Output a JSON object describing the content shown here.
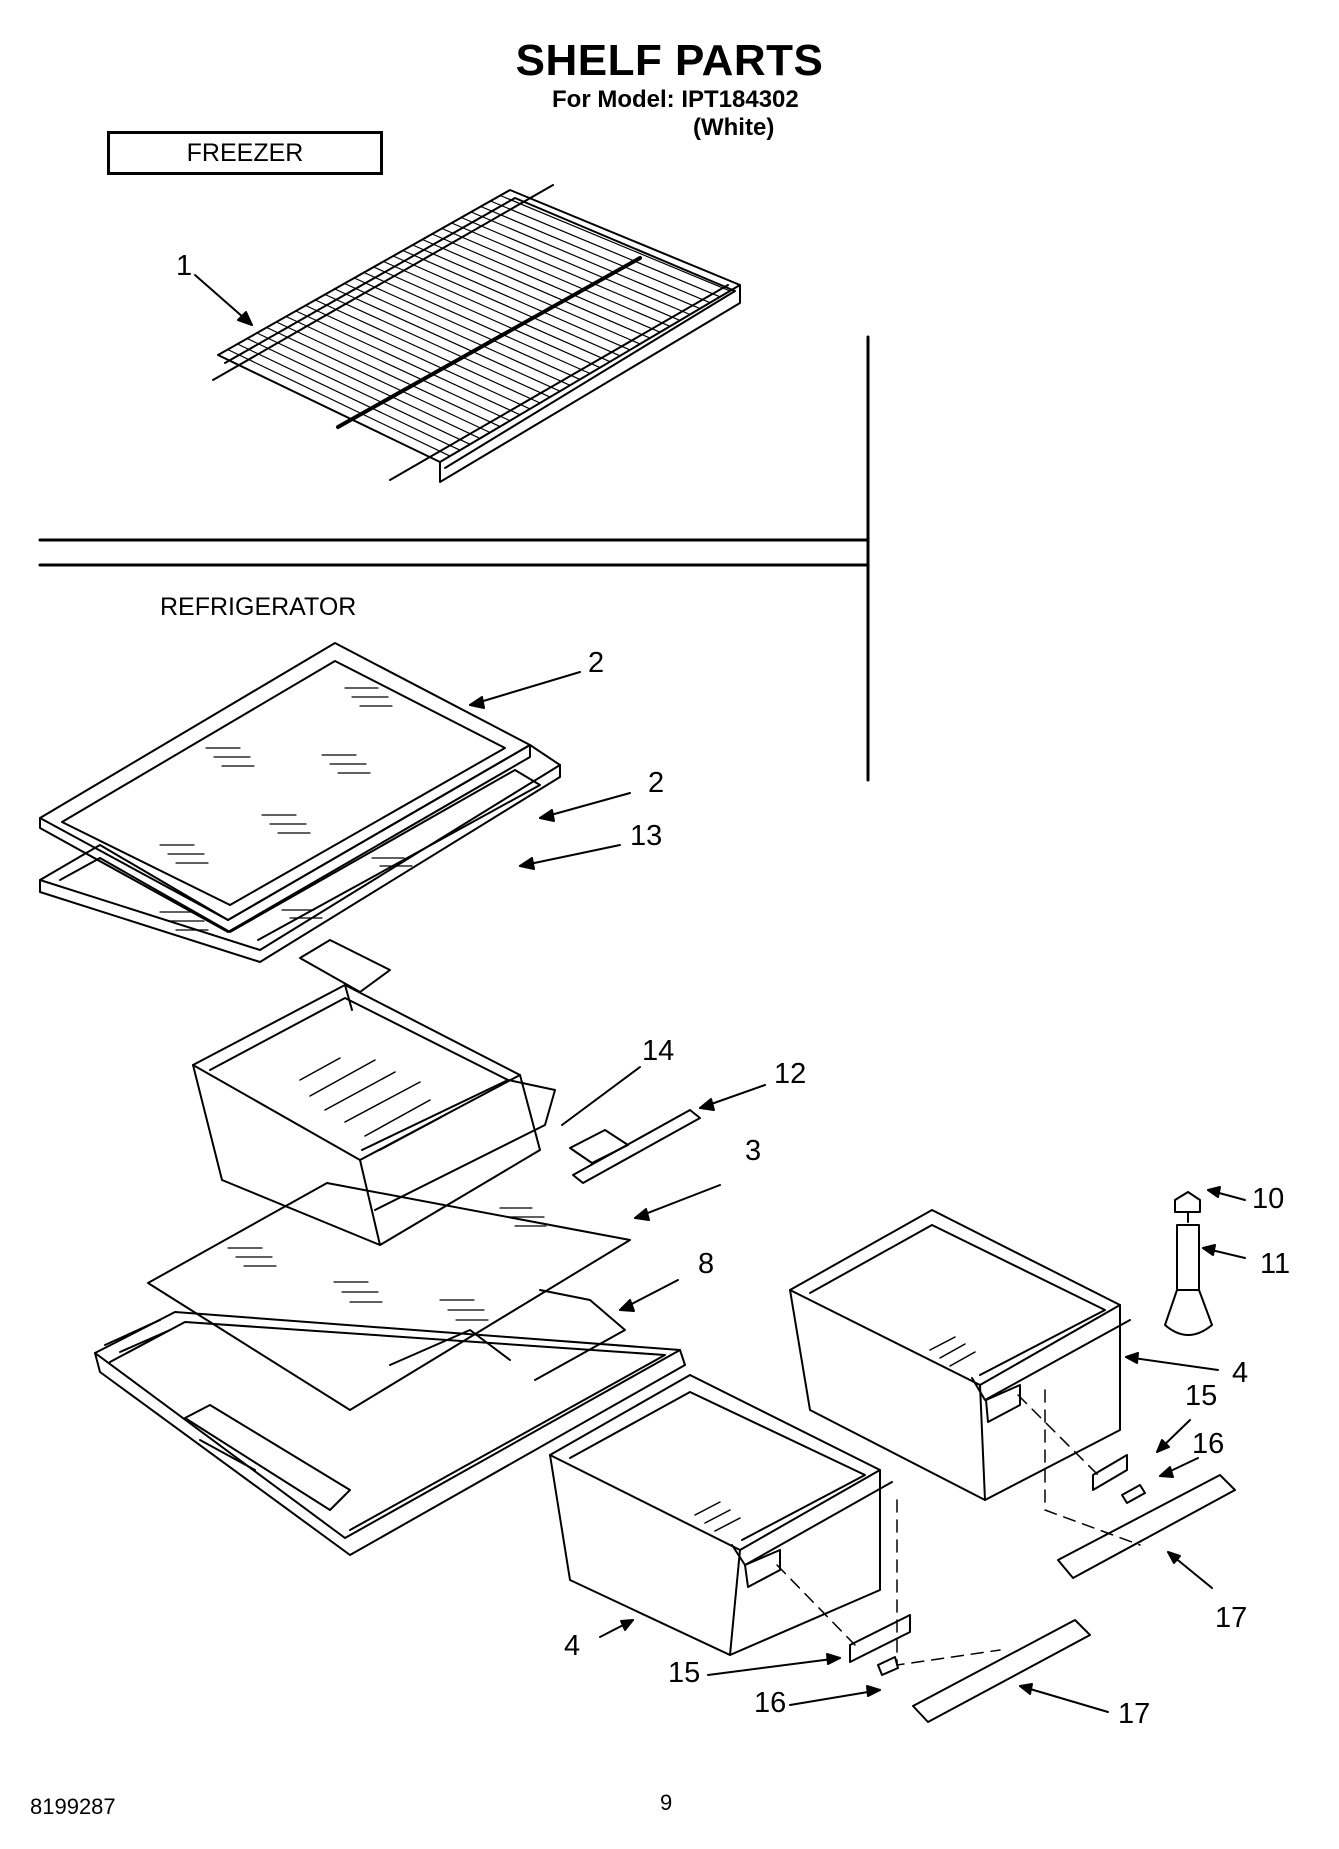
{
  "header": {
    "title": "SHELF PARTS",
    "model_line": "For Model: IPT184302",
    "color_line": "(White)"
  },
  "sections": {
    "freezer": "FREEZER",
    "refrigerator": "REFRIGERATOR"
  },
  "callouts": [
    "1",
    "2",
    "2",
    "13",
    "14",
    "12",
    "3",
    "8",
    "10",
    "11",
    "4",
    "15",
    "16",
    "17",
    "4",
    "15",
    "16",
    "17"
  ],
  "footer": {
    "document_number": "8199287",
    "page_number": "9"
  }
}
